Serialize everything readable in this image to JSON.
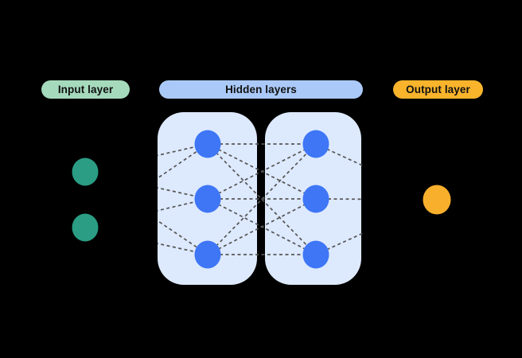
{
  "diagram": {
    "background_color": "#000000",
    "pills": {
      "input": {
        "label": "Input layer"
      },
      "hidden": {
        "label": "Hidden layers"
      },
      "output": {
        "label": "Output layer"
      }
    },
    "colors": {
      "input_pill_bg": "#a5dabc",
      "hidden_pill_bg": "#aac9f8",
      "output_pill_bg": "#f9b42c",
      "label_text": "#111111",
      "input_node": "#2a9d84",
      "hidden_node": "#3e76f6",
      "output_node": "#f8b02c",
      "hidden_container": "#dde9fd",
      "connection_line": "#555555"
    },
    "structure": {
      "input_nodes": 2,
      "hidden_layers": 2,
      "nodes_per_hidden_layer": 3,
      "output_nodes": 1,
      "connection_style": "dashed"
    }
  }
}
